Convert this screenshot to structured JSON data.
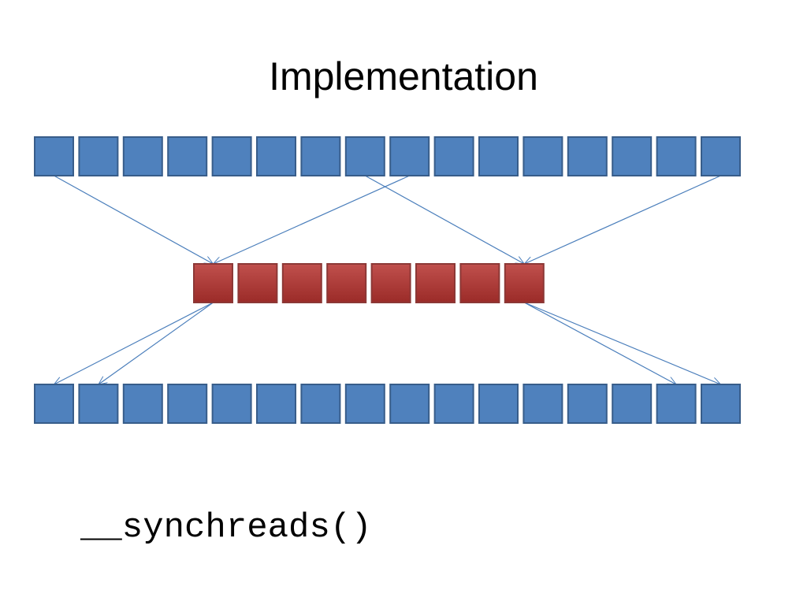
{
  "slide": {
    "title": "Implementation",
    "code": "__synchreads()"
  },
  "diagram": {
    "top_row_count": 16,
    "middle_row_count": 8,
    "bottom_row_count": 16,
    "colors": {
      "top_bottom_fill": "#4f81bd",
      "top_bottom_stroke": "#385d8a",
      "middle_fill_top": "#c0504d",
      "middle_fill_bottom": "#9b2b28",
      "middle_stroke": "#8c3836",
      "arrow": "#4a7ebb"
    },
    "arrows_top_to_middle": [
      {
        "from": 0,
        "to": 0
      },
      {
        "from": 8,
        "to": 0
      },
      {
        "from": 7,
        "to": 7
      },
      {
        "from": 15,
        "to": 7
      }
    ],
    "arrows_middle_to_bottom": [
      {
        "from": 0,
        "to": 0
      },
      {
        "from": 0,
        "to": 1
      },
      {
        "from": 7,
        "to": 14
      },
      {
        "from": 7,
        "to": 15
      }
    ]
  }
}
